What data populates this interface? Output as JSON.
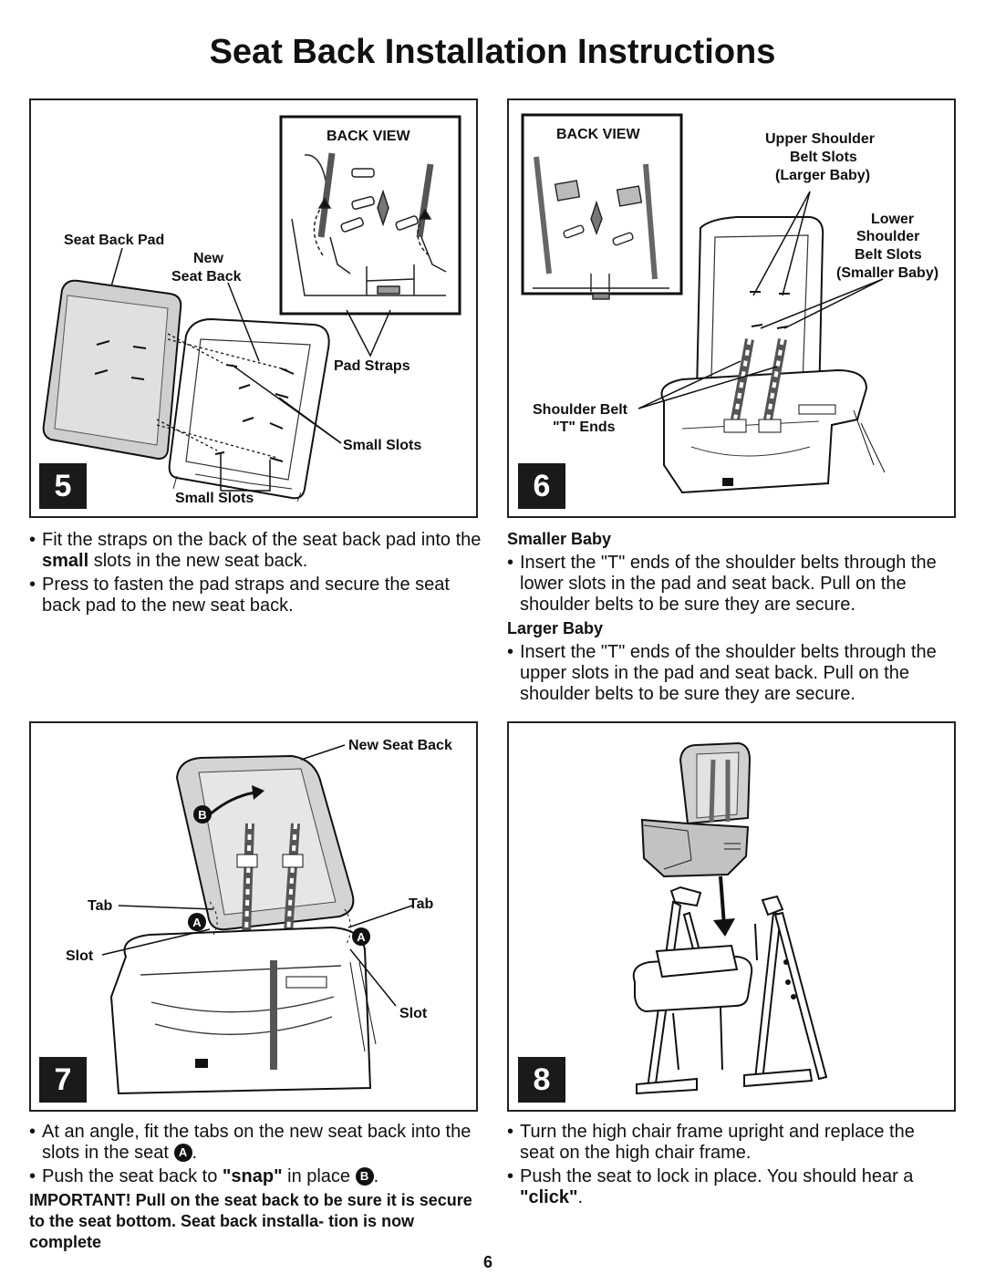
{
  "page_title": "Seat Back Installation Instructions",
  "page_number": "6",
  "steps": {
    "step5": {
      "number": "5",
      "labels": {
        "back_view": "BACK VIEW",
        "seat_back_pad": "Seat Back Pad",
        "new": "New",
        "seat_back": "Seat Back",
        "pad_straps": "Pad Straps",
        "small_slots_right": "Small Slots",
        "small_slots_bottom": "Small Slots"
      },
      "bullet1_pre": "Fit the straps on the back of the seat back pad into the ",
      "bullet1_bold": "small",
      "bullet1_post": " slots in the new seat back.",
      "bullet2": "Press to fasten the pad straps and secure the seat back pad to the new seat back."
    },
    "step6": {
      "number": "6",
      "labels": {
        "back_view": "BACK VIEW",
        "upper_1": "Upper Shoulder",
        "upper_2": "Belt Slots",
        "upper_3": "(Larger Baby)",
        "lower_1": "Lower",
        "lower_2": "Shoulder",
        "lower_3": "Belt Slots",
        "lower_4": "(Smaller Baby)",
        "shoulder_belt": "Shoulder Belt",
        "t_ends": "\"T\" Ends"
      },
      "smaller_heading": "Smaller Baby",
      "smaller_text": "Insert the \"T\" ends of the shoulder belts through the lower slots in the pad and seat back. Pull on the shoulder belts to be sure they are secure.",
      "larger_heading": "Larger Baby",
      "larger_text": "Insert the \"T\" ends of the shoulder belts through the upper slots in the pad and seat back. Pull on the shoulder belts to be sure they are secure."
    },
    "step7": {
      "number": "7",
      "labels": {
        "new_seat_back": "New Seat Back",
        "tab_left": "Tab",
        "tab_right": "Tab",
        "slot_left": "Slot",
        "slot_right": "Slot",
        "marker_a": "A",
        "marker_b": "B"
      },
      "bullet1": "At an angle, fit the tabs on the new seat back into the slots in the seat",
      "bullet1_marker": "A",
      "bullet2_pre": "Push the seat back to ",
      "bullet2_bold": "\"snap\"",
      "bullet2_post": " in place",
      "bullet2_marker": "B",
      "important": "IMPORTANT! Pull on the seat back to be sure it is secure to the seat bottom. Seat back installa- tion is now complete"
    },
    "step8": {
      "number": "8",
      "bullet1": "Turn the high chair frame upright and replace the seat on the high chair frame.",
      "bullet2_pre": "Push the seat to lock in place. You should hear a ",
      "bullet2_bold": "\"click\"",
      "bullet2_post": "."
    }
  }
}
